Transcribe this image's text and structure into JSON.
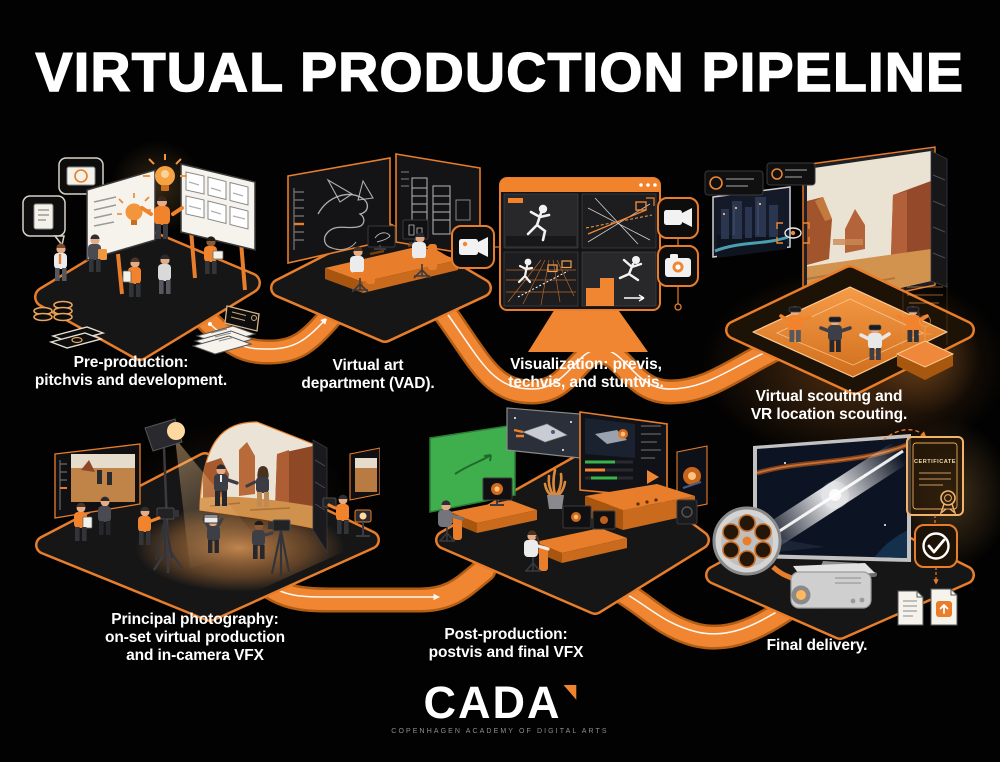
{
  "title": "VIRTUAL PRODUCTION PIPELINE",
  "colors": {
    "background": "#020202",
    "accent_orange": "#F0832B",
    "ribbon_orange": "#F08632",
    "platform_dark": "#161617",
    "green_screen": "#3FAF4E",
    "canyon_rust": "#A2552C",
    "text_white": "#FFFFFF",
    "tagline_gray": "#8F8F8F"
  },
  "stages": [
    {
      "id": "pre-production",
      "label": "Pre-production:\npitchvis and development."
    },
    {
      "id": "virtual-art-department",
      "label": "Virtual art\ndepartment (VAD)."
    },
    {
      "id": "visualization",
      "label": "Visualization: previs,\ntechvis, and stuntvis."
    },
    {
      "id": "virtual-scouting",
      "label": "Virtual scouting and\nVR location scouting."
    },
    {
      "id": "principal-photography",
      "label": "Principal photography:\non-set virtual production\nand in-camera VFX"
    },
    {
      "id": "post-production",
      "label": "Post-production:\npostvis and final VFX"
    },
    {
      "id": "final-delivery",
      "label": "Final delivery."
    }
  ],
  "delivery": {
    "certificate_label": "CERTIFICATE"
  },
  "footer": {
    "logo": "CADA",
    "tagline": "COPENHAGEN ACADEMY OF DIGITAL ARTS"
  }
}
